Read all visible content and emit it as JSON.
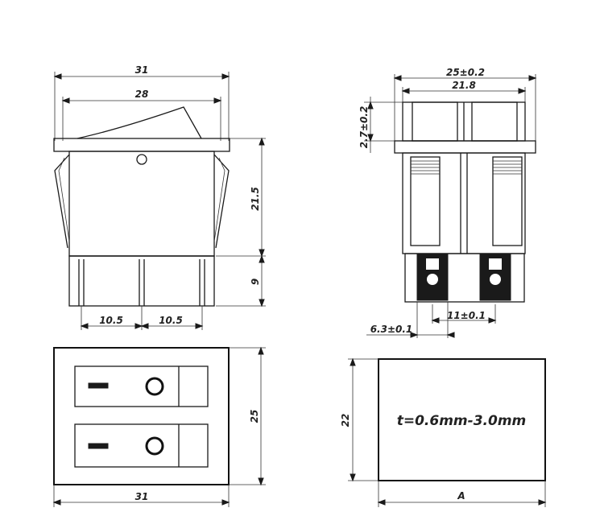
{
  "front_view": {
    "width_total": "31",
    "width_rocker": "28",
    "height_body": "21.5",
    "height_terminals": "9",
    "pitch_left": "10.5",
    "pitch_right": "10.5"
  },
  "side_view": {
    "width_outer": "25±0.2",
    "width_inner": "21.8",
    "flange_height": "2.7±0.2",
    "terminal_width": "6.3±0.1",
    "terminal_pitch": "11±0.1"
  },
  "top_view": {
    "height": "25",
    "width": "31"
  },
  "panel_cutout": {
    "height": "22",
    "width": "A",
    "thickness_note": "t=0.6mm-3.0mm"
  }
}
